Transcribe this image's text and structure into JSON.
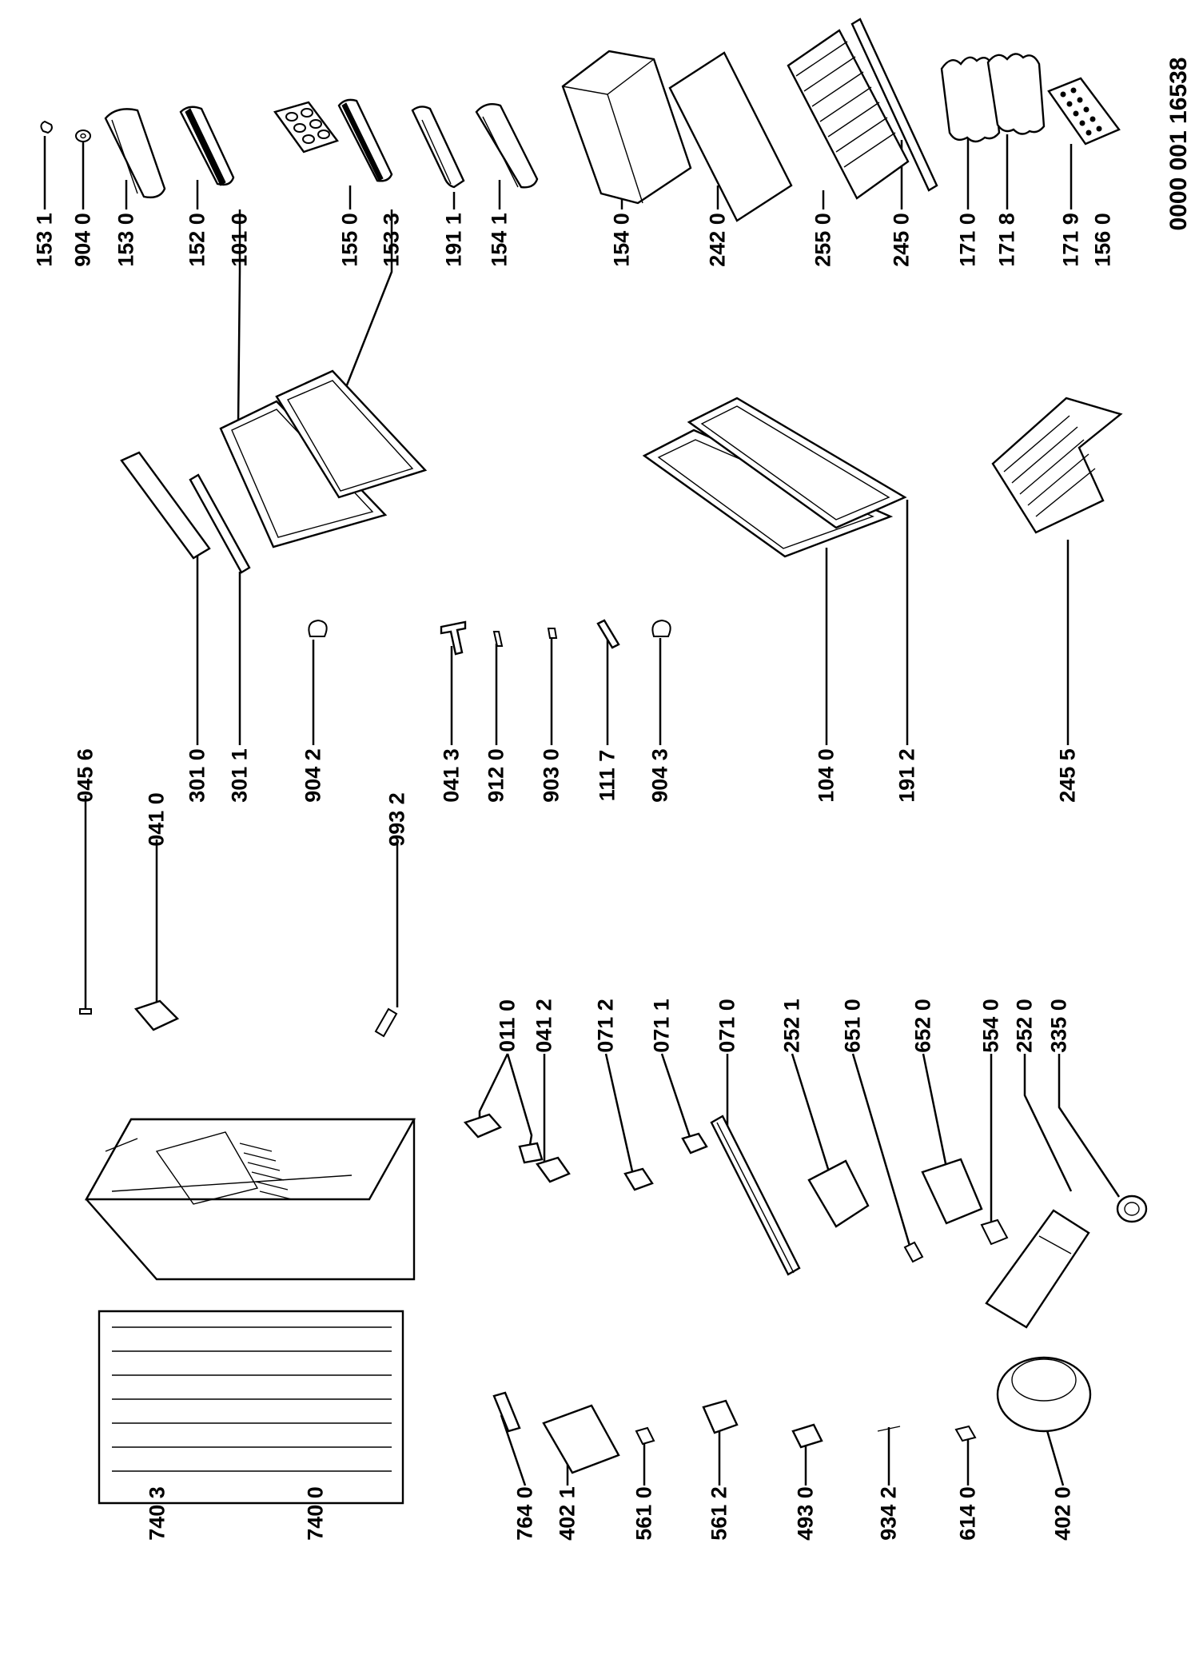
{
  "document_number": "0000 001 16538",
  "callouts": [
    {
      "id": "c-1531",
      "text": "153 1"
    },
    {
      "id": "c-9040",
      "text": "904 0"
    },
    {
      "id": "c-1530",
      "text": "153 0"
    },
    {
      "id": "c-1520",
      "text": "152 0"
    },
    {
      "id": "c-1010",
      "text": "101 0"
    },
    {
      "id": "c-1550",
      "text": "155 0"
    },
    {
      "id": "c-1533",
      "text": "153 3"
    },
    {
      "id": "c-1911",
      "text": "191 1"
    },
    {
      "id": "c-1541",
      "text": "154 1"
    },
    {
      "id": "c-1540",
      "text": "154 0"
    },
    {
      "id": "c-2420",
      "text": "242 0"
    },
    {
      "id": "c-2550",
      "text": "255 0"
    },
    {
      "id": "c-2450",
      "text": "245 0"
    },
    {
      "id": "c-1710",
      "text": "171 0"
    },
    {
      "id": "c-1718",
      "text": "171 8"
    },
    {
      "id": "c-1719",
      "text": "171 9"
    },
    {
      "id": "c-1560",
      "text": "156 0"
    },
    {
      "id": "c-0456",
      "text": "045 6"
    },
    {
      "id": "c-0410",
      "text": "041 0"
    },
    {
      "id": "c-3010",
      "text": "301 0"
    },
    {
      "id": "c-3011",
      "text": "301 1"
    },
    {
      "id": "c-9042",
      "text": "904 2"
    },
    {
      "id": "c-9932",
      "text": "993 2"
    },
    {
      "id": "c-0413",
      "text": "041 3"
    },
    {
      "id": "c-9120",
      "text": "912 0"
    },
    {
      "id": "c-9030",
      "text": "903 0"
    },
    {
      "id": "c-1117",
      "text": "111 7"
    },
    {
      "id": "c-9043",
      "text": "904 3"
    },
    {
      "id": "c-1040",
      "text": "104 0"
    },
    {
      "id": "c-1912",
      "text": "191 2"
    },
    {
      "id": "c-2455",
      "text": "245 5"
    },
    {
      "id": "c-0110",
      "text": "011 0"
    },
    {
      "id": "c-0412",
      "text": "041 2"
    },
    {
      "id": "c-0712",
      "text": "071 2"
    },
    {
      "id": "c-0711",
      "text": "071 1"
    },
    {
      "id": "c-0710",
      "text": "071 0"
    },
    {
      "id": "c-2521",
      "text": "252 1"
    },
    {
      "id": "c-6510",
      "text": "651 0"
    },
    {
      "id": "c-6520",
      "text": "652 0"
    },
    {
      "id": "c-5540",
      "text": "554 0"
    },
    {
      "id": "c-2520",
      "text": "252 0"
    },
    {
      "id": "c-3350",
      "text": "335 0"
    },
    {
      "id": "c-7403",
      "text": "740 3"
    },
    {
      "id": "c-7400",
      "text": "740 0"
    },
    {
      "id": "c-7640",
      "text": "764 0"
    },
    {
      "id": "c-4021",
      "text": "402 1"
    },
    {
      "id": "c-5610",
      "text": "561 0"
    },
    {
      "id": "c-5612",
      "text": "561 2"
    },
    {
      "id": "c-4930",
      "text": "493 0"
    },
    {
      "id": "c-9342",
      "text": "934 2"
    },
    {
      "id": "c-6140",
      "text": "614 0"
    },
    {
      "id": "c-4020",
      "text": "402 0"
    }
  ]
}
